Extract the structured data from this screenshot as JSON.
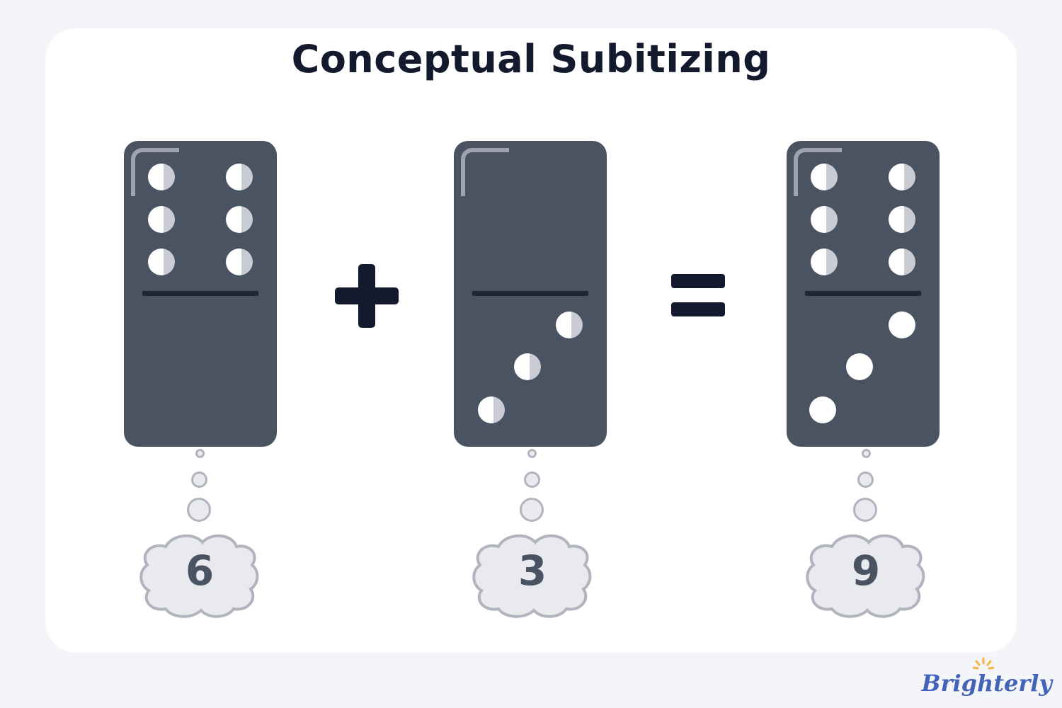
{
  "title": "Conceptual Subitizing",
  "operators": {
    "plus": "+",
    "equals": "="
  },
  "dominoes": [
    {
      "id": "first",
      "top_pips": 6,
      "bottom_pips": 0,
      "count_label": "6"
    },
    {
      "id": "second",
      "top_pips": 0,
      "bottom_pips": 3,
      "count_label": "3"
    },
    {
      "id": "sum",
      "top_pips": 6,
      "bottom_pips": 3,
      "count_label": "9"
    }
  ],
  "brand": {
    "name": "Brighterly"
  },
  "colors": {
    "domino": "#4a5362",
    "pip": "#ffffff",
    "title": "#141a2e",
    "cloud_fill": "#e9eaee",
    "cloud_stroke": "#b1b4be",
    "brand": "#4363b8",
    "brand_sun": "#f5b73b"
  }
}
